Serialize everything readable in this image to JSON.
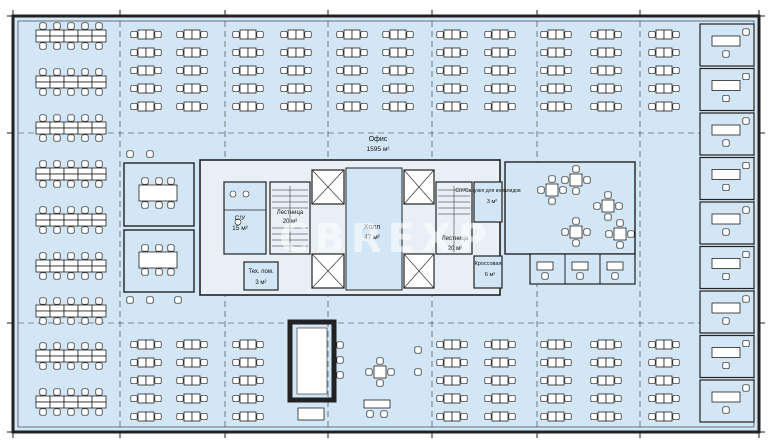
{
  "office": {
    "name": "Офис",
    "area": "1595 м²"
  },
  "hall": {
    "name": "Холл",
    "area": "47 м²"
  },
  "stair": {
    "name": "Лестница",
    "area": "20 м²"
  },
  "stair_right": {
    "name": "Лестница",
    "area": "20 м²"
  },
  "wc": {
    "name": "С/У",
    "area": "15 м²"
  },
  "tech": {
    "name": "Тех. пом.",
    "area": "3 м²"
  },
  "disabled_wc": {
    "name": "С/У/Санузел для инвалидов",
    "area": "3 м²"
  },
  "cleaning": {
    "name": "Кроссовая",
    "area": "6 м²"
  },
  "watermark": "CBREXP",
  "colors": {
    "floor": "#d3e6f5",
    "walls": "#222222",
    "furniture": "#ffffff",
    "core": "#e8f0f6"
  }
}
